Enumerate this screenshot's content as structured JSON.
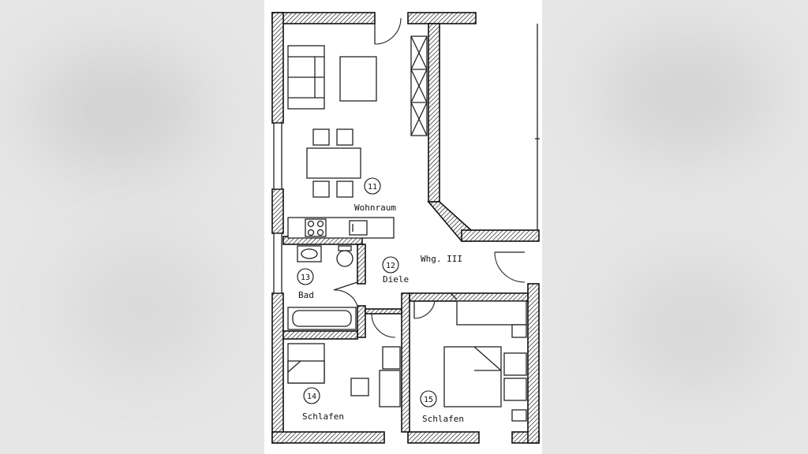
{
  "plan": {
    "apartment": "Whg. III",
    "rooms": [
      {
        "id": "11",
        "name": "Wohnraum"
      },
      {
        "id": "12",
        "name": "Diele"
      },
      {
        "id": "13",
        "name": "Bad"
      },
      {
        "id": "14",
        "name": "Schlafen"
      },
      {
        "id": "15",
        "name": "Schlafen"
      }
    ]
  },
  "colors": {
    "line": "#111111",
    "paper": "#ffffff",
    "backdrop": "#e6e6e6"
  }
}
